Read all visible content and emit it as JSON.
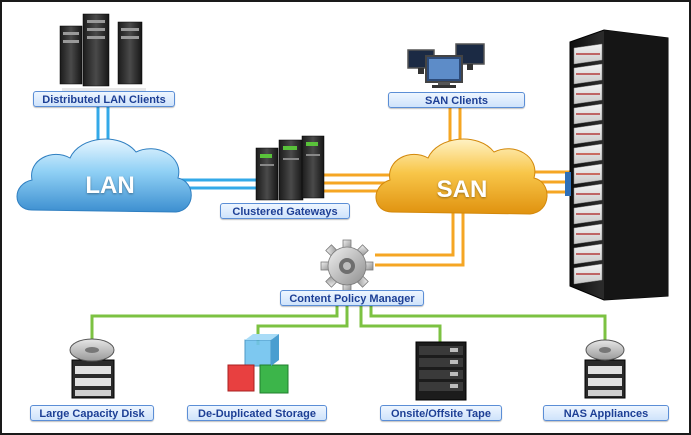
{
  "clouds": {
    "lan": "LAN",
    "san": "SAN"
  },
  "labels": {
    "distributed_lan_clients": "Distributed LAN Clients",
    "san_clients": "SAN Clients",
    "clustered_gateways": "Clustered Gateways",
    "content_policy_manager": "Content Policy Manager",
    "large_capacity_disk": "Large Capacity Disk",
    "deduplicated_storage": "De-Duplicated Storage",
    "onsite_offsite_tape": "Onsite/Offsite Tape",
    "nas_appliances": "NAS Appliances"
  },
  "colors": {
    "lan_link": "#33a9e8",
    "san_link": "#f5a623",
    "storage_link": "#7cc242",
    "label_text": "#1d3f95",
    "label_border": "#5b8ed6"
  },
  "icons": {
    "lan_clients": "server-tower-icon",
    "san_clients": "desktop-monitors-icon",
    "gateways": "server-tower-icon",
    "policy_manager": "gear-icon",
    "storage_array": "storage-rack-icon",
    "large_disk": "hard-disk-server-icon",
    "dedup": "stacked-cubes-icon",
    "tape": "tape-library-icon",
    "nas": "hard-disk-server-icon"
  }
}
